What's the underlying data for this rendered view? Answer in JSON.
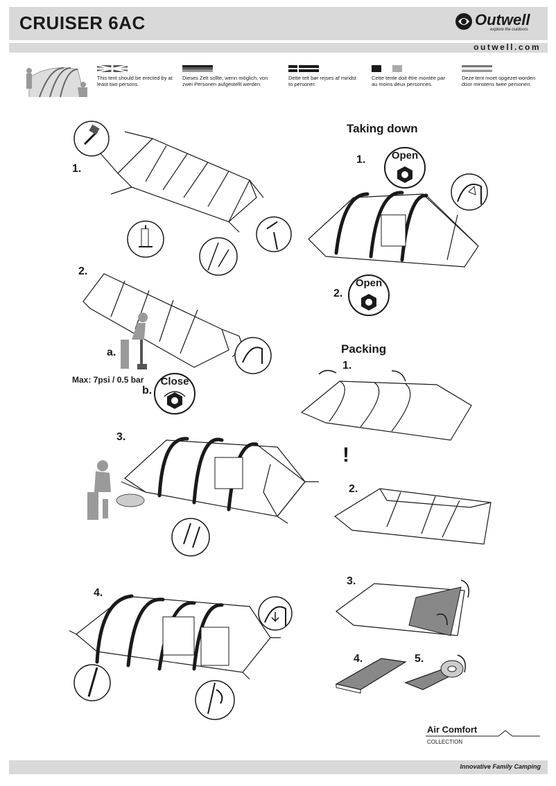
{
  "header": {
    "title": "CRUISER 6AC",
    "brand": "Outwell",
    "brand_tagline": "explore the outdoors",
    "url": "outwell.com"
  },
  "languages": [
    {
      "code": "en",
      "text": "This tent should be erected by at least two persons."
    },
    {
      "code": "de",
      "text": "Dieses Zelt sollte, wenn möglich, von zwei Personen aufgestellt werden."
    },
    {
      "code": "da",
      "text": "Dette telt bør rejses af mindst to personer."
    },
    {
      "code": "fr",
      "text": "Cette tente doit être montée par au moins deux personnes."
    },
    {
      "code": "nl",
      "text": "Deze tent moet opgezet worden door minstens twee personen."
    }
  ],
  "setup": {
    "step1": "1.",
    "step2": "2.",
    "step2a": "a.",
    "step2b": "b.",
    "max_pressure": "Max: 7psi / 0.5 bar",
    "close_label": "Close",
    "step3": "3.",
    "step4": "4."
  },
  "taking_down": {
    "title": "Taking down",
    "step1": "1.",
    "step2": "2.",
    "open_label_1": "Open",
    "open_label_2": "Open"
  },
  "packing": {
    "title": "Packing",
    "step1": "1.",
    "warning": "!",
    "step2": "2.",
    "step3": "3.",
    "step4": "4.",
    "step5": "5."
  },
  "collection": {
    "name": "Air Comfort",
    "label": "COLLECTION"
  },
  "footer": {
    "tagline": "Innovative Family Camping"
  }
}
